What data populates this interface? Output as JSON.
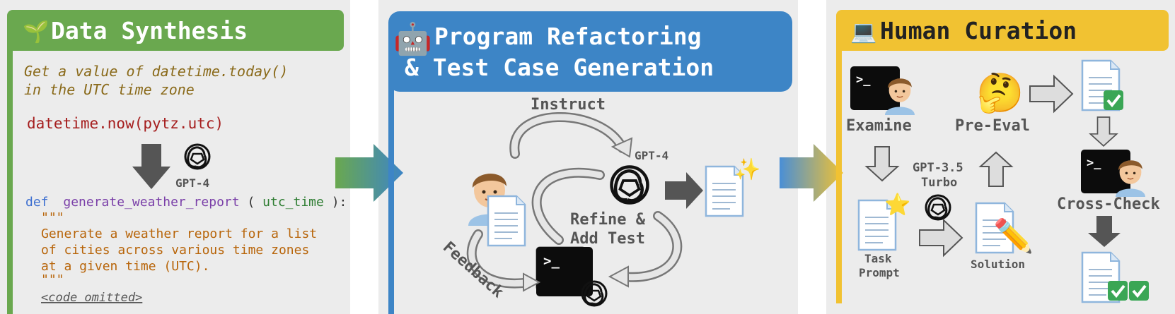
{
  "panels": {
    "synthesis": {
      "title": "Data Synthesis",
      "instruction_line1": "Get a value of datetime.today()",
      "instruction_line2": "in the UTC time zone",
      "code_snippet": "datetime.now(pytz.utc)",
      "model_label": "GPT-4",
      "def_keyword": "def",
      "func_name": "generate_weather_report",
      "open_paren": "(",
      "param": "utc_time",
      "close_paren": "):",
      "docstring_open": "\"\"\"",
      "doc_line1": "Generate a weather report for a list",
      "doc_line2": "of cities across various time zones",
      "doc_line3": "at a given time (UTC).",
      "docstring_close": "\"\"\"",
      "omitted": "<code omitted>",
      "colors": {
        "header": "#6aa84f",
        "accent": "#6aa84f"
      }
    },
    "refactoring": {
      "title_line1": "Program Refactoring",
      "title_line2": "& Test Case Generation",
      "instruct_label": "Instruct",
      "model_label": "GPT-4",
      "refine_line1": "Refine &",
      "refine_line2": "Add Test",
      "feedback_label": "Feedback",
      "colors": {
        "header": "#3d85c6",
        "accent": "#3d85c6"
      }
    },
    "curation": {
      "title": "Human Curation",
      "examine_label": "Examine",
      "pre_eval_label": "Pre-Eval",
      "model_line1": "GPT-3.5",
      "model_line2": "Turbo",
      "task_prompt_line1": "Task",
      "task_prompt_line2": "Prompt",
      "solution_label": "Solution",
      "cross_check_label": "Cross-Check",
      "colors": {
        "header": "#f1c232",
        "accent": "#f1c232"
      }
    }
  },
  "icons": {
    "sprout": "sprout-icon",
    "robot": "robot-icon",
    "laptop": "laptop-icon",
    "openai": "openai-logo-icon",
    "terminal": "terminal-icon",
    "document": "document-icon",
    "checkmark": "checkmark-icon",
    "sparkle": "sparkles-icon",
    "star": "star-icon",
    "pencil": "pencil-icon",
    "person": "person-icon",
    "thinking": "thinking-face-icon"
  }
}
